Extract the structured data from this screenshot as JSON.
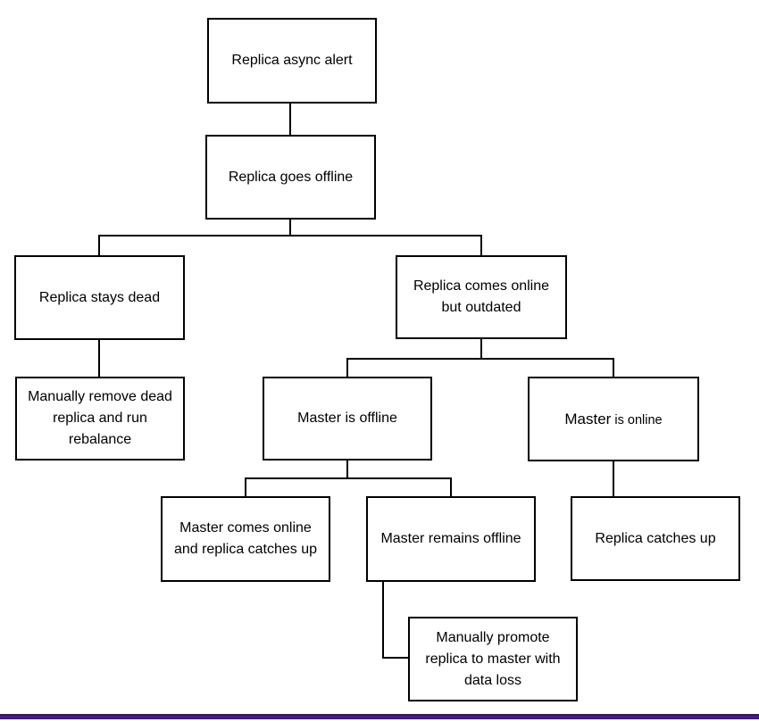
{
  "diagram": {
    "type": "flowchart",
    "background_color": "#ffffff",
    "box_border_color": "#000000",
    "text_color": "#000000",
    "bottom_bar_color": "#4a1d96",
    "nodes": {
      "replica_async_alert": {
        "label": "Replica async alert"
      },
      "replica_goes_offline": {
        "label": "Replica goes offline"
      },
      "replica_stays_dead": {
        "label": "Replica stays dead"
      },
      "manually_remove": {
        "label": "Manually remove dead\nreplica and run\nrebalance"
      },
      "replica_comes_online": {
        "label": "Replica comes online\nbut outdated"
      },
      "master_is_offline": {
        "label": "Master is offline"
      },
      "master_is_online": {
        "label_main": "Master",
        "label_rest": " is online"
      },
      "master_comes_online": {
        "label": "Master comes online\nand replica catches up"
      },
      "master_remains_offline": {
        "label": "Master remains offline"
      },
      "replica_catches_up": {
        "label": "Replica catches up"
      },
      "manually_promote": {
        "label": "Manually promote\nreplica to master with\ndata loss"
      }
    },
    "edges": [
      {
        "from": "replica_async_alert",
        "to": "replica_goes_offline"
      },
      {
        "from": "replica_goes_offline",
        "to": "replica_stays_dead"
      },
      {
        "from": "replica_goes_offline",
        "to": "replica_comes_online"
      },
      {
        "from": "replica_stays_dead",
        "to": "manually_remove"
      },
      {
        "from": "replica_comes_online",
        "to": "master_is_offline"
      },
      {
        "from": "replica_comes_online",
        "to": "master_is_online"
      },
      {
        "from": "master_is_offline",
        "to": "master_comes_online"
      },
      {
        "from": "master_is_offline",
        "to": "master_remains_offline"
      },
      {
        "from": "master_is_online",
        "to": "replica_catches_up"
      },
      {
        "from": "master_remains_offline",
        "to": "manually_promote"
      }
    ]
  }
}
